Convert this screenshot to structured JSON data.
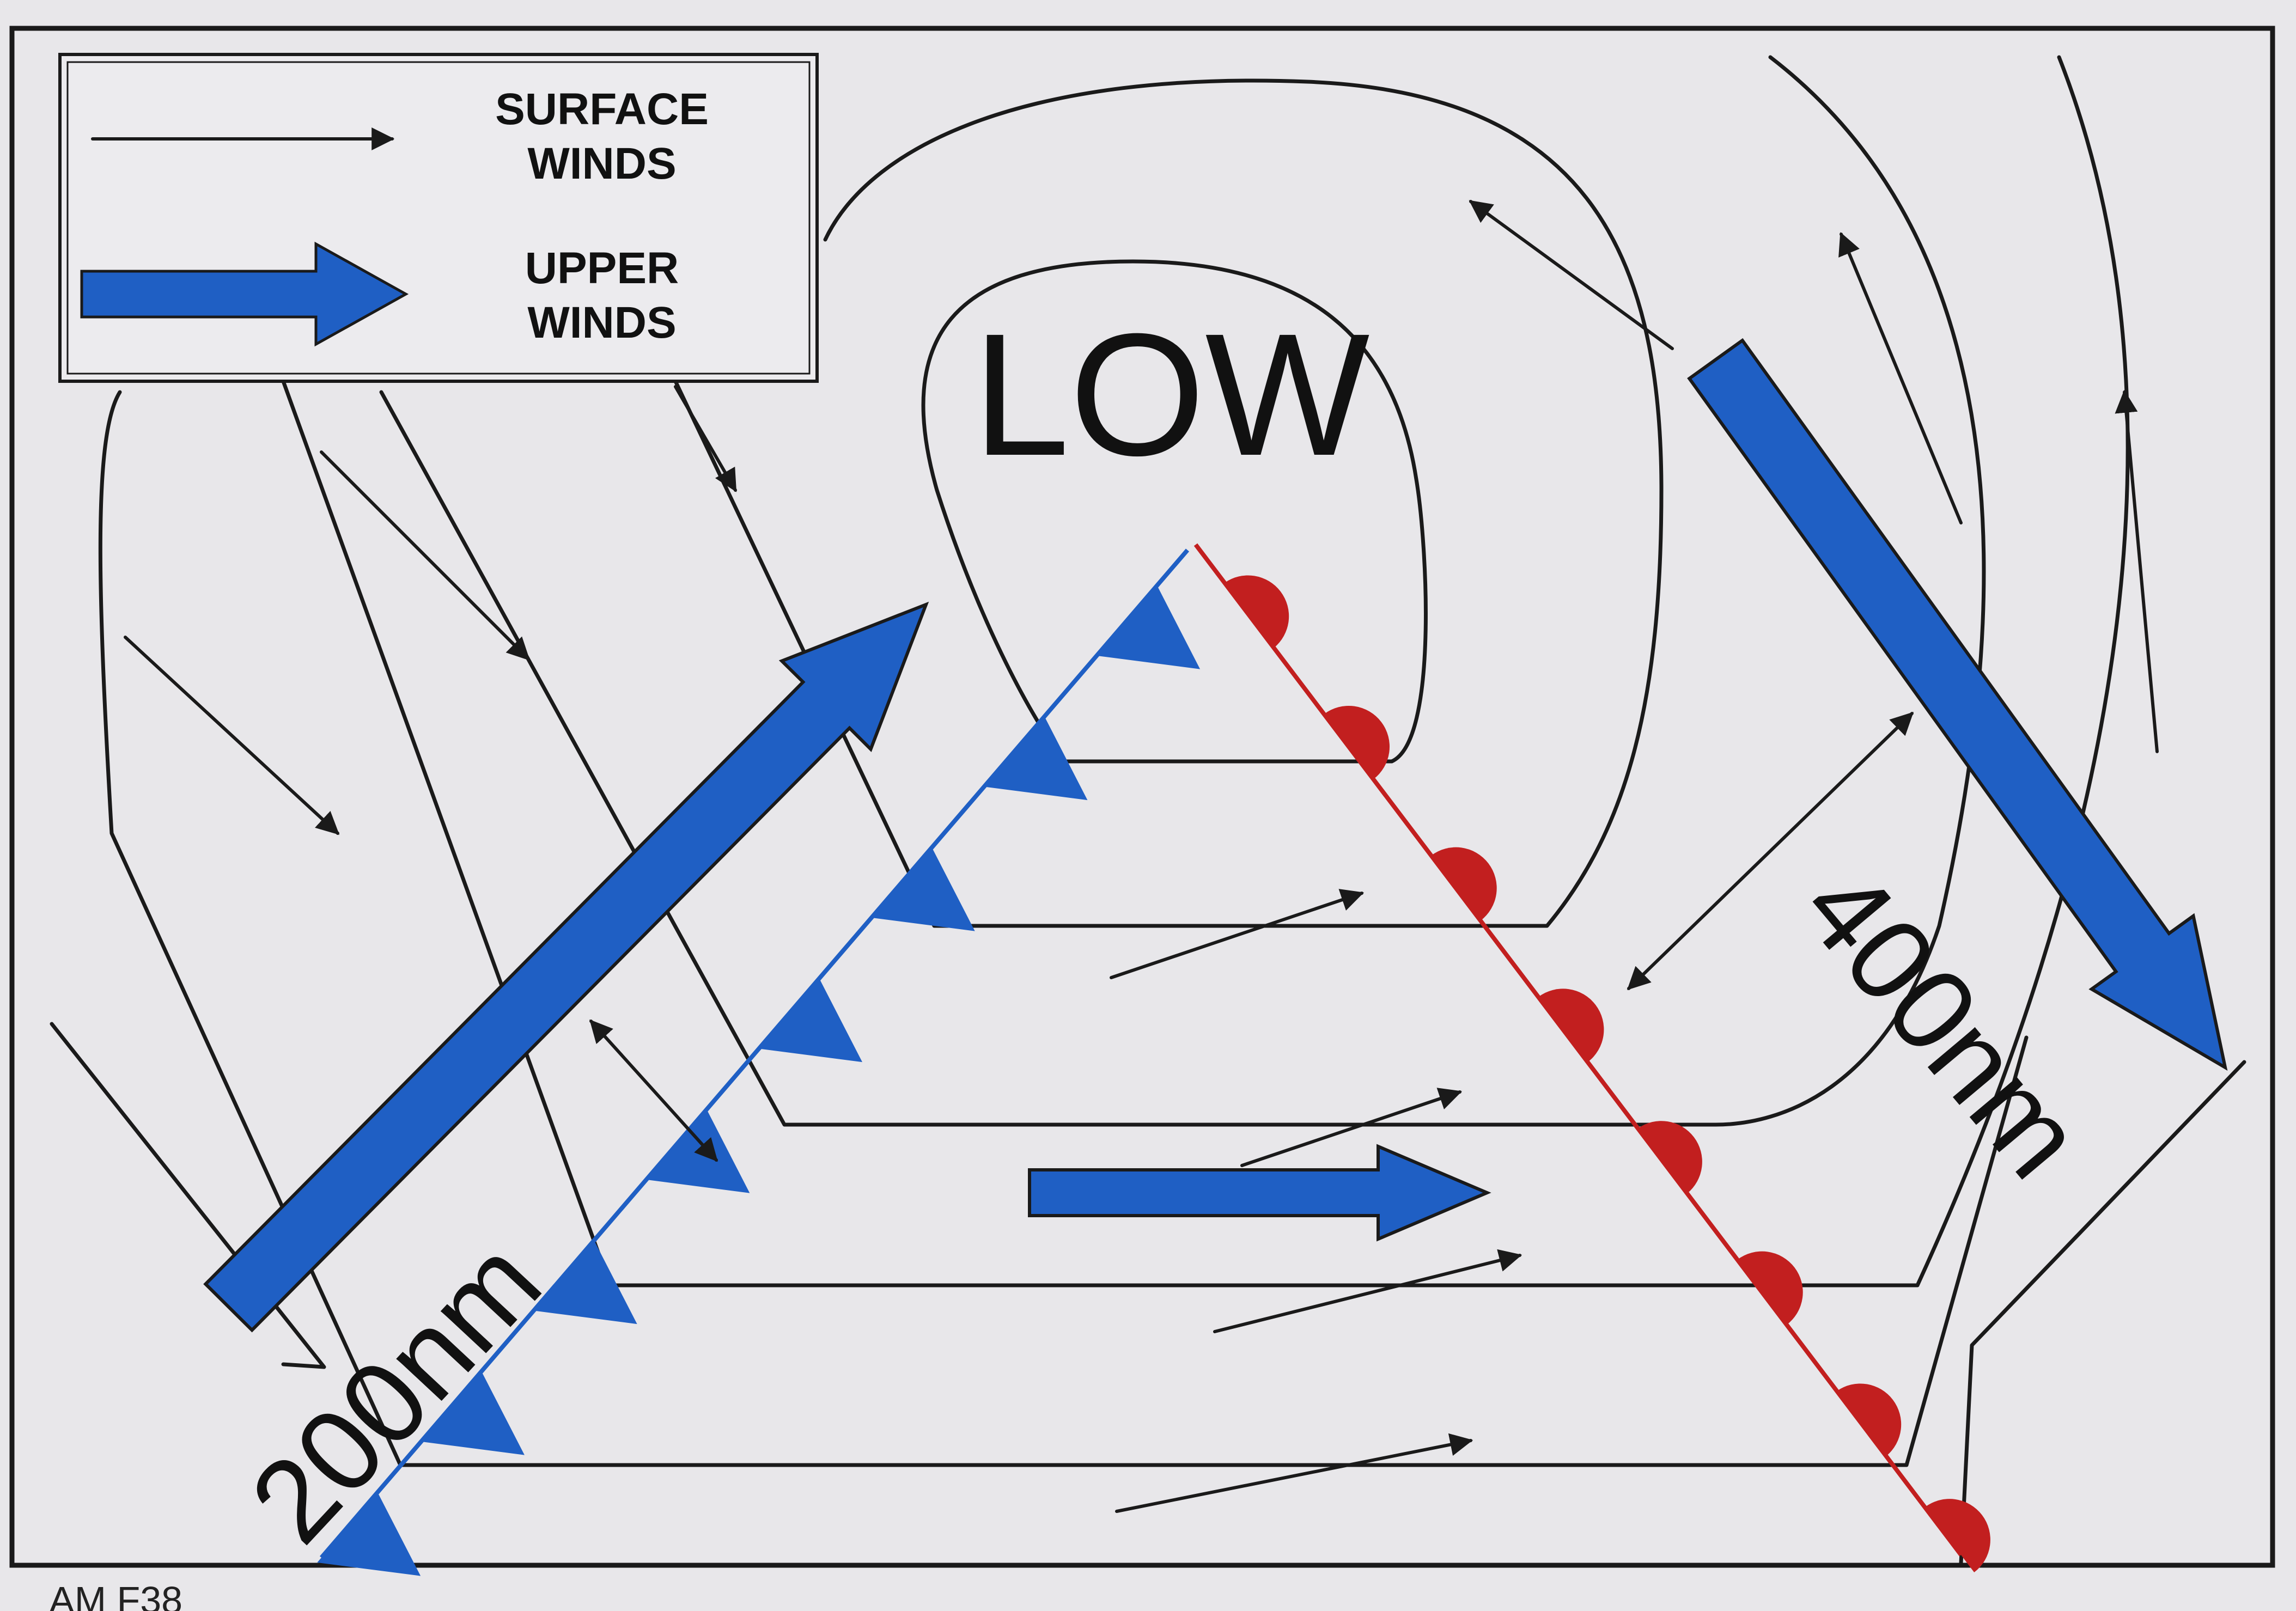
{
  "legend": {
    "surface_label_line1": "SURFACE",
    "surface_label_line2": "WINDS",
    "upper_label_line1": "UPPER",
    "upper_label_line2": "WINDS"
  },
  "labels": {
    "low": "LOW",
    "width_cold": "200nm",
    "width_warm": "400nm",
    "figure_ref": "AM F38"
  },
  "colors": {
    "background": "#e8e7ea",
    "upper_wind_blue": "#1f5fc4",
    "cold_front_blue": "#1f5fc4",
    "warm_front_red": "#c21f1f",
    "line": "#1a1a1a"
  },
  "icons": {
    "surface_wind": "thin-arrow-icon",
    "upper_wind": "thick-blue-arrow-icon",
    "cold_front": "triangle-front-icon",
    "warm_front": "semicircle-front-icon"
  }
}
